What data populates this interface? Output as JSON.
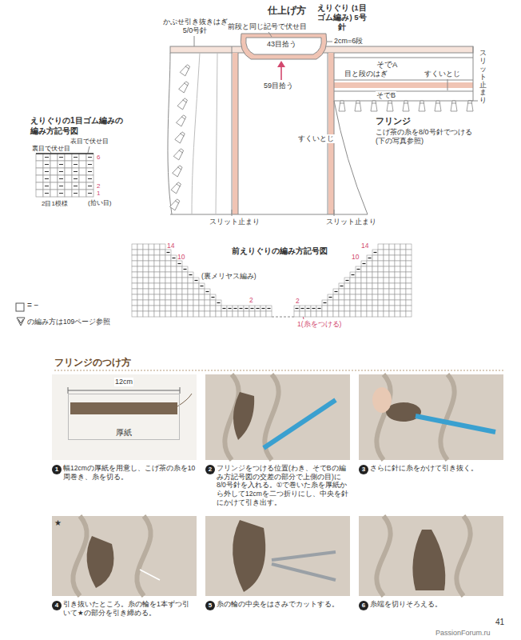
{
  "diagram": {
    "nodes": [
      {
        "text": [
          "厚紙"
        ]
      },
      {
        "text": [
          "1"
        ]
      },
      {
        "text": [
          "2"
        ]
      },
      {
        "text": [
          "3"
        ]
      },
      {
        "text": [
          "4"
        ]
      },
      {
        "text": [
          "5"
        ]
      },
      {
        "text": [
          "6"
        ]
      }
    ],
    "labels": [
      "仕上げ方",
      "えりぐり (1目ゴム編み) 5号針",
      "かぶせ引き抜きはぎ 5/0号針",
      "前段と同じ記号で伏せ目",
      "43目拾う",
      "2cm=6段",
      "59目拾う",
      "そでA",
      "目と段のはぎ",
      "すくいとじ",
      "スリット止まり",
      "そでB",
      "フリンジ",
      "こげ茶の糸を8/0号針でつける (下の写真参照)",
      "すくいとじ",
      "スリット止まり",
      "スリット止まり",
      "えりぐりの1目ゴム編みの 編み方記号図",
      "裏目で伏せ目",
      "表目で伏せ目",
      "6",
      "2",
      "1",
      "(拾い目)",
      "2目1模様",
      "前えりぐりの編み方記号図",
      "14",
      "10",
      "(裏メリヤス編み)",
      "2",
      "1(糸をつける)",
      "2",
      "10",
      "14",
      "フリンジのつけ方",
      "12cm",
      "幅12cmの厚紙を用意し、こげ茶の糸を10周巻き、糸を切る。",
      "フリンジをつける位置(わき、そでBの編み方記号図の交差の部分で上側の目)に8/0号針を入れる。①で巻いた糸を厚紙から外して12cmを二つ折りにし、中央を針にかけて引き出す。",
      "さらに針に糸をかけて引き抜く。",
      "★",
      "引き抜いたところ。糸の輪を1本ずつ引いて★の部分を引き締める。",
      "糸の輪の中央をはさみでカットする。",
      "糸端を切りそろえる。",
      "41",
      "PassionForum.ru"
    ],
    "legend": [
      {
        "text": "= −"
      },
      {
        "text": "の編み方は109ページ参照"
      }
    ]
  }
}
